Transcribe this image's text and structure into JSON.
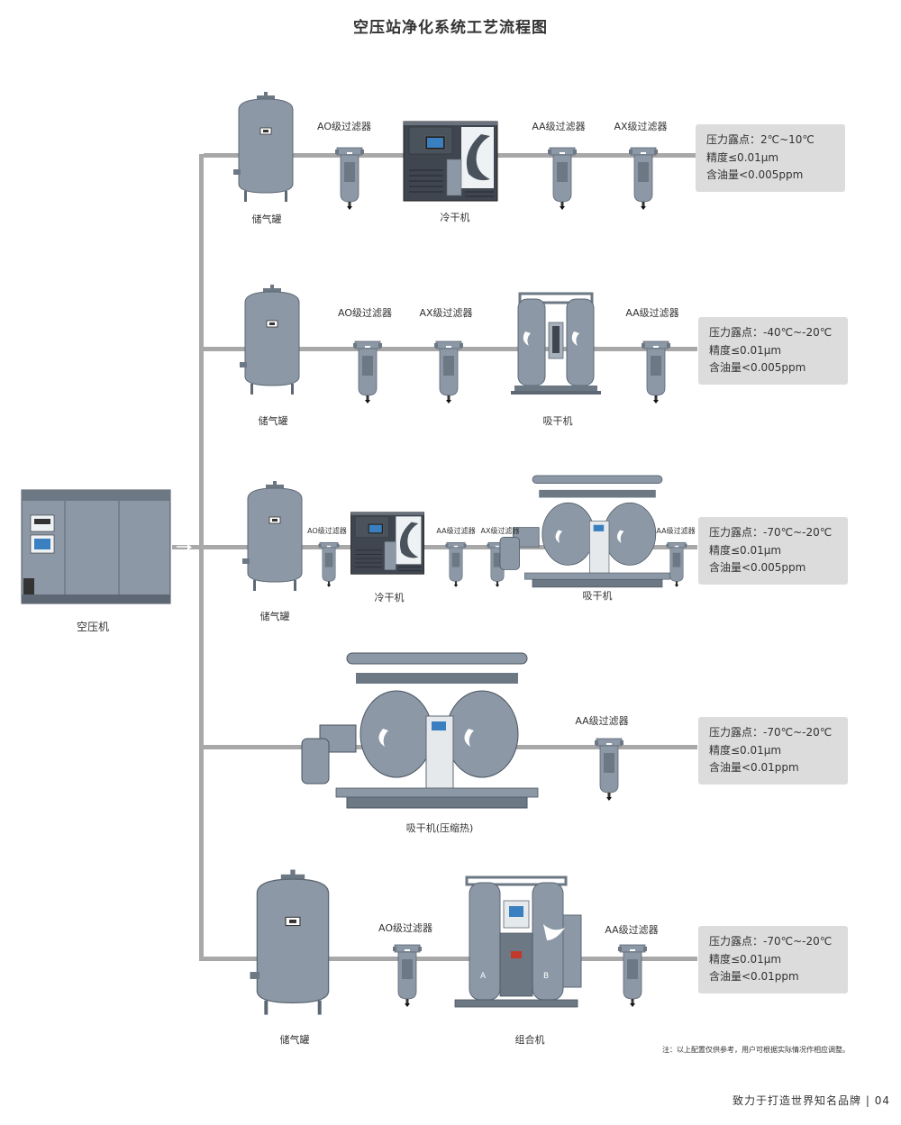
{
  "title": "空压站净化系统工艺流程图",
  "compressor": {
    "label": "空压机"
  },
  "rows": [
    {
      "specs": [
        "压力露点：2℃~10℃",
        "精度≤0.01μm",
        "含油量<0.005ppm"
      ],
      "labels": {
        "tank": "储气罐",
        "f1": "AO级过滤器",
        "dryer": "冷干机",
        "f2": "AA级过滤器",
        "f3": "AX级过滤器"
      }
    },
    {
      "specs": [
        "压力露点：-40℃~-20℃",
        "精度≤0.01μm",
        "含油量<0.005ppm"
      ],
      "labels": {
        "tank": "储气罐",
        "f1": "AO级过滤器",
        "f2": "AX级过滤器",
        "dryer": "吸干机",
        "f3": "AA级过滤器"
      }
    },
    {
      "specs": [
        "压力露点：-70℃~-20℃",
        "精度≤0.01μm",
        "含油量<0.005ppm"
      ],
      "labels": {
        "tank": "储气罐",
        "f1": "AO级过滤器",
        "dryer1": "冷干机",
        "f2": "AA级过滤器",
        "f3": "AX级过滤器",
        "dryer2": "吸干机",
        "f4": "AA级过滤器"
      }
    },
    {
      "specs": [
        "压力露点：-70℃~-20℃",
        "精度≤0.01μm",
        "含油量<0.01ppm"
      ],
      "labels": {
        "dryer": "吸干机(压缩热)",
        "f1": "AA级过滤器"
      }
    },
    {
      "specs": [
        "压力露点：-70℃~-20℃",
        "精度≤0.01μm",
        "含油量<0.01ppm"
      ],
      "labels": {
        "tank": "储气罐",
        "f1": "AO级过滤器",
        "dryer": "组合机",
        "f2": "AA级过滤器"
      }
    }
  ],
  "note": "注：以上配置仅供参考，用户可根据实际情况作相应调整。",
  "footer": "致力于打造世界知名品牌 | 04",
  "colors": {
    "pipe": "#a8a8a8",
    "equipment": "#8c98a6",
    "cabinet": "#3f4650",
    "spec_bg": "#dcdcdc"
  }
}
